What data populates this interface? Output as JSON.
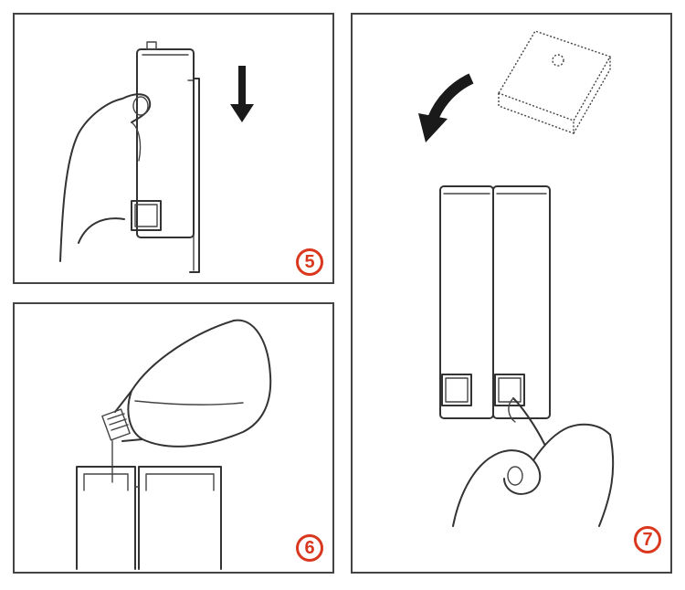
{
  "steps": [
    {
      "number": "5"
    },
    {
      "number": "6"
    },
    {
      "number": "7"
    }
  ],
  "colors": {
    "badge": "#d9381e",
    "line": "#333333",
    "panel_border": "#444444",
    "arrow": "#1a1a1a"
  }
}
